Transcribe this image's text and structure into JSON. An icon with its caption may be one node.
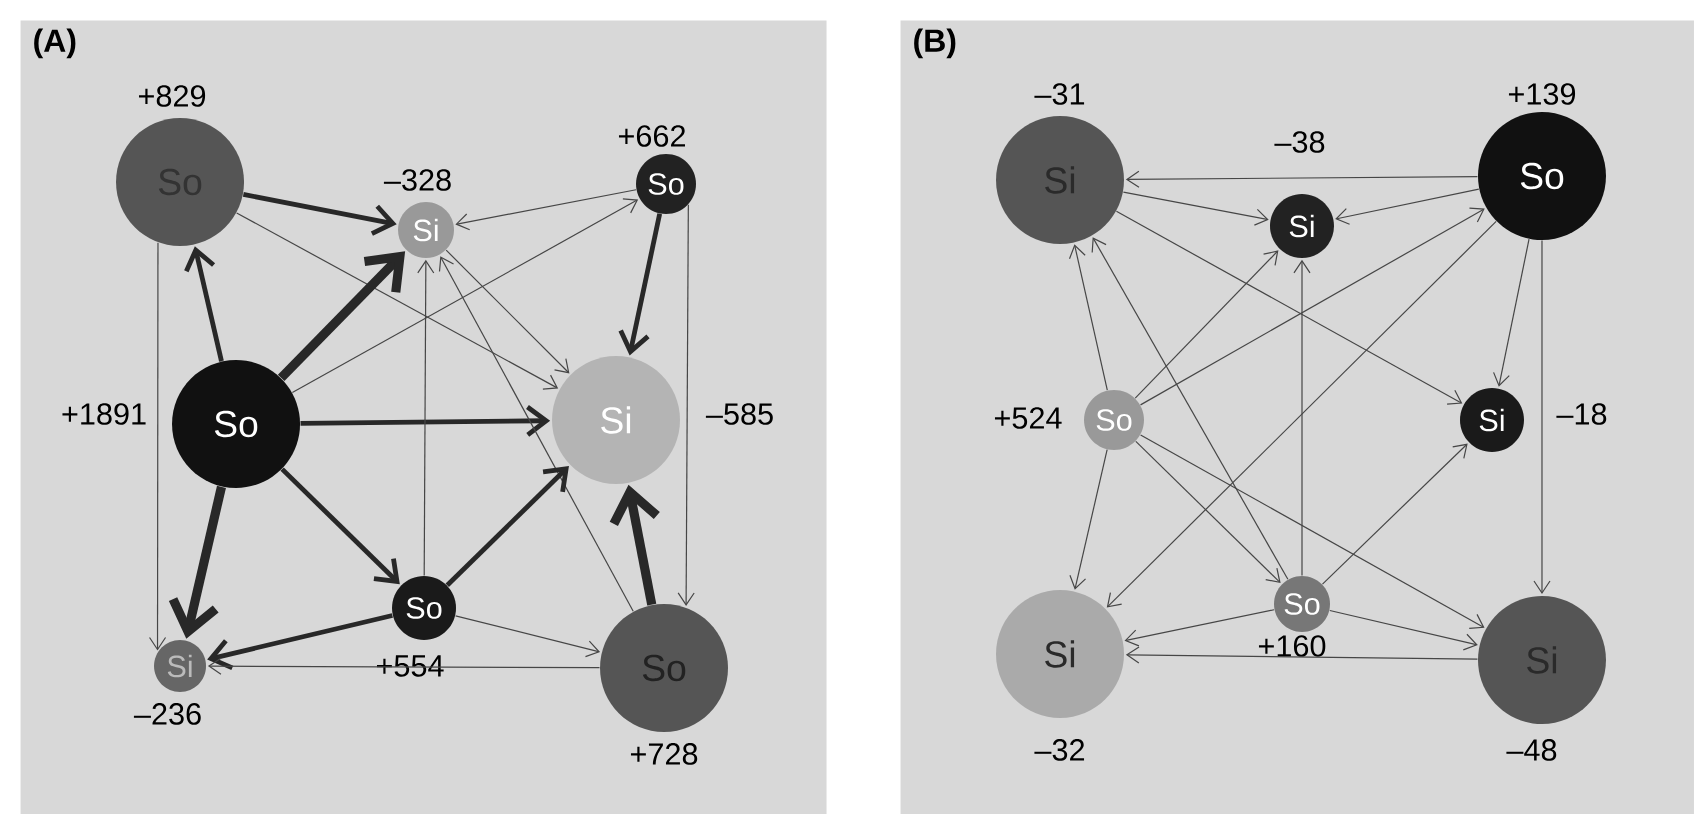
{
  "diagram": {
    "nodes": [
      {
        "text": [
          "(A)"
        ]
      },
      {
        "text": [
          "So"
        ],
        "in": 0,
        "beside": [
          "+829"
        ]
      },
      {
        "text": [
          "Si"
        ],
        "in": 0,
        "beside": [
          "–328"
        ]
      },
      {
        "text": [
          "So"
        ],
        "in": 0,
        "beside": [
          "+662"
        ]
      },
      {
        "text": [
          "So"
        ],
        "in": 0,
        "beside": [
          "+1891"
        ]
      },
      {
        "text": [
          "Si"
        ],
        "in": 0,
        "beside": [
          "–585"
        ]
      },
      {
        "text": [
          "So"
        ],
        "in": 0,
        "beside": [
          "+554"
        ]
      },
      {
        "text": [
          "Si"
        ],
        "in": 0,
        "beside": [
          "–236"
        ]
      },
      {
        "text": [
          "So"
        ],
        "in": 0,
        "beside": [
          "+728"
        ]
      },
      {
        "text": [
          "(B)"
        ]
      },
      {
        "text": [
          "Si"
        ],
        "in": 9,
        "beside": [
          "–31"
        ]
      },
      {
        "text": [
          "Si"
        ],
        "in": 9,
        "beside": [
          "–38"
        ]
      },
      {
        "text": [
          "So"
        ],
        "in": 9,
        "beside": [
          "+139"
        ]
      },
      {
        "text": [
          "So"
        ],
        "in": 9,
        "beside": [
          "+524"
        ]
      },
      {
        "text": [
          "Si"
        ],
        "in": 9,
        "beside": [
          "–18"
        ]
      },
      {
        "text": [
          "So"
        ],
        "in": 9,
        "beside": [
          "+160"
        ]
      },
      {
        "text": [
          "Si"
        ],
        "in": 9,
        "beside": [
          "–32"
        ]
      },
      {
        "text": [
          "Si"
        ],
        "in": 9,
        "beside": [
          "–48"
        ]
      }
    ],
    "edges": [
      {
        "from": 1,
        "to": 2,
        "arrow": "to",
        "style": "thick"
      },
      {
        "from": 1,
        "to": 5,
        "arrow": "to"
      },
      {
        "from": 1,
        "to": 7,
        "arrow": "to"
      },
      {
        "from": 4,
        "to": 1,
        "arrow": "to",
        "style": "thick"
      },
      {
        "from": 4,
        "to": 2,
        "arrow": "to",
        "style": "thick"
      },
      {
        "from": 4,
        "to": 3,
        "arrow": "to"
      },
      {
        "from": 4,
        "to": 5,
        "arrow": "to",
        "style": "thick"
      },
      {
        "from": 4,
        "to": 7,
        "arrow": "to",
        "style": "thick"
      },
      {
        "from": 4,
        "to": 6,
        "arrow": "to",
        "style": "thick"
      },
      {
        "from": 3,
        "to": 2,
        "arrow": "to"
      },
      {
        "from": 3,
        "to": 5,
        "arrow": "to",
        "style": "thick"
      },
      {
        "from": 3,
        "to": 8,
        "arrow": "to"
      },
      {
        "from": 2,
        "to": 5,
        "arrow": "to"
      },
      {
        "from": 6,
        "to": 2,
        "arrow": "to"
      },
      {
        "from": 8,
        "to": 2,
        "arrow": "to"
      },
      {
        "from": 6,
        "to": 5,
        "arrow": "to",
        "style": "thick"
      },
      {
        "from": 6,
        "to": 7,
        "arrow": "to",
        "style": "thick"
      },
      {
        "from": 6,
        "to": 8,
        "arrow": "to"
      },
      {
        "from": 8,
        "to": 7,
        "arrow": "to"
      },
      {
        "from": 8,
        "to": 5,
        "arrow": "to",
        "style": "thick"
      },
      {
        "from": 12,
        "to": 10,
        "arrow": "to"
      },
      {
        "from": 10,
        "to": 11,
        "arrow": "to"
      },
      {
        "from": 12,
        "to": 11,
        "arrow": "to"
      },
      {
        "from": 10,
        "to": 14,
        "arrow": "to"
      },
      {
        "from": 12,
        "to": 14,
        "arrow": "to"
      },
      {
        "from": 12,
        "to": 17,
        "arrow": "to"
      },
      {
        "from": 12,
        "to": 16,
        "arrow": "to"
      },
      {
        "from": 13,
        "to": 10,
        "arrow": "to"
      },
      {
        "from": 13,
        "to": 11,
        "arrow": "to"
      },
      {
        "from": 13,
        "to": 12,
        "arrow": "to"
      },
      {
        "from": 13,
        "to": 16,
        "arrow": "to"
      },
      {
        "from": 13,
        "to": 15,
        "arrow": "to"
      },
      {
        "from": 13,
        "to": 17,
        "arrow": "to"
      },
      {
        "from": 15,
        "to": 10,
        "arrow": "to"
      },
      {
        "from": 15,
        "to": 11,
        "arrow": "to"
      },
      {
        "from": 15,
        "to": 14,
        "arrow": "to"
      },
      {
        "from": 15,
        "to": 16,
        "arrow": "to"
      },
      {
        "from": 15,
        "to": 17,
        "arrow": "to"
      },
      {
        "from": 17,
        "to": 16,
        "arrow": "to"
      }
    ]
  }
}
